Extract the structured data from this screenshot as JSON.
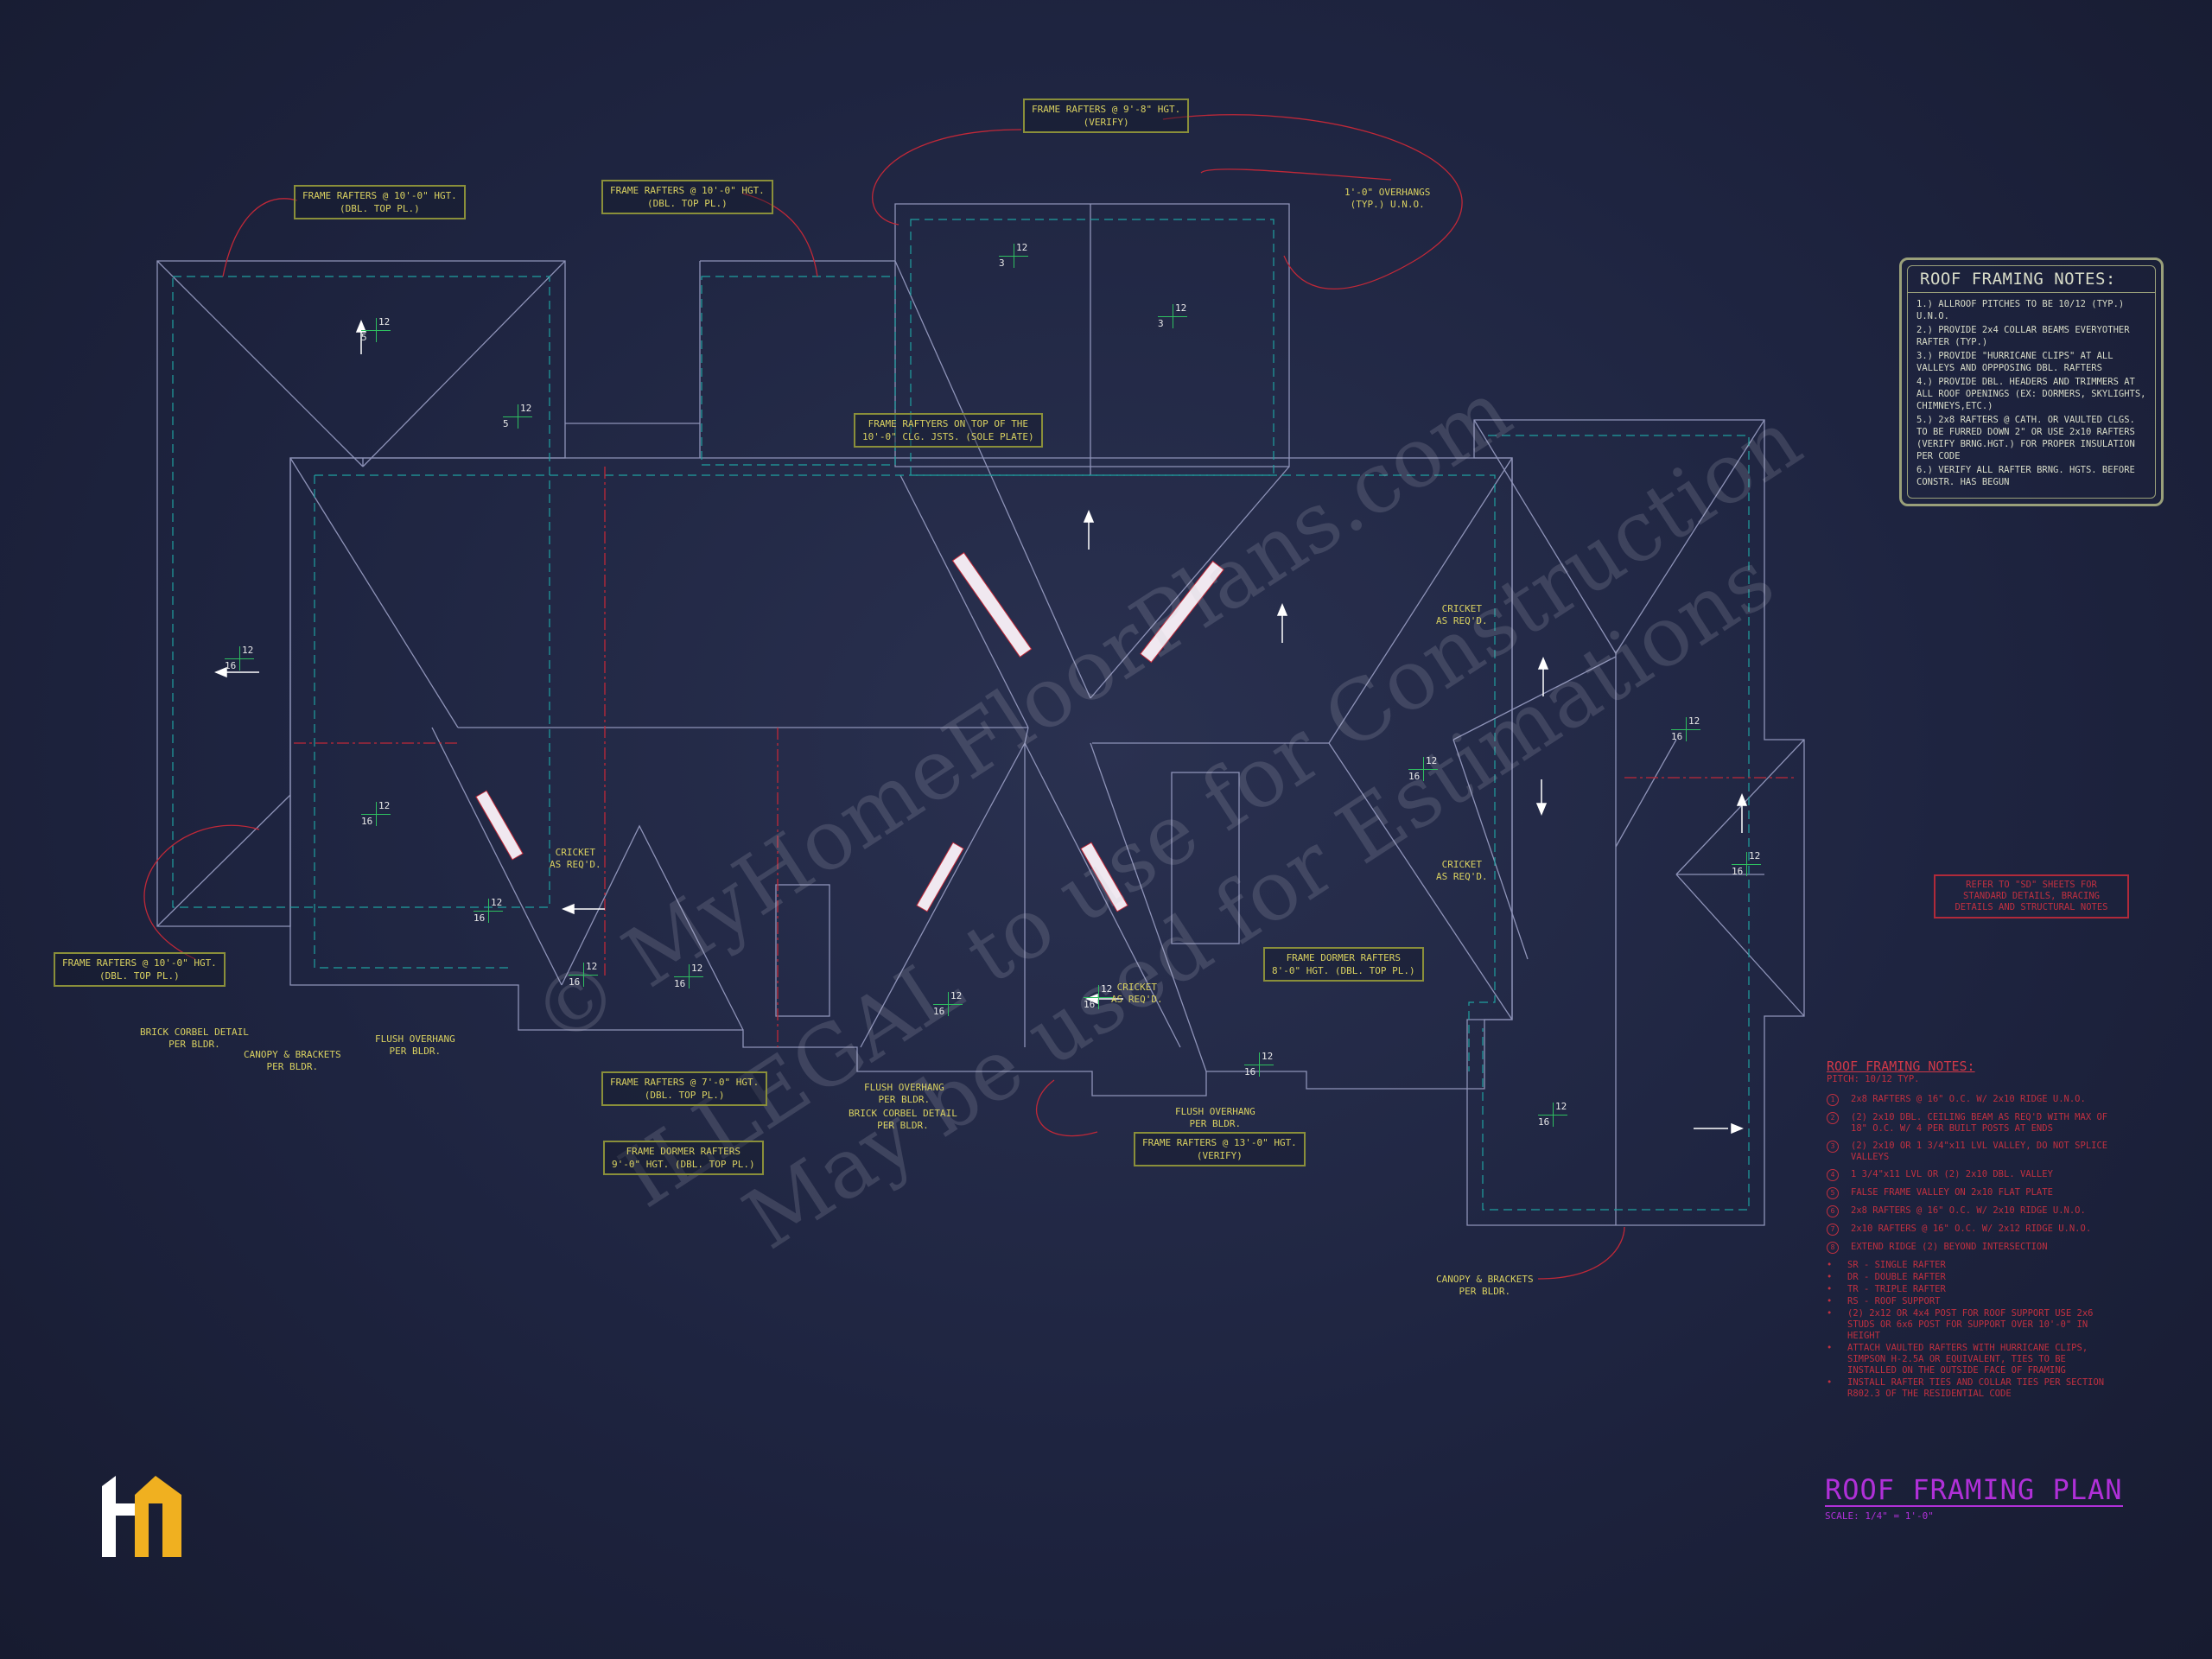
{
  "drawing": {
    "plan_title": "ROOF FRAMING PLAN",
    "scale": "SCALE: 1/4\" = 1'-0\"",
    "watermark": [
      "© MyHomeFloorPlans.com",
      "ILLEGAL to use for Construction",
      "May be used for Estimations"
    ]
  },
  "callouts": {
    "rafters_9_8": [
      "FRAME RAFTERS @ 9'-8\" HGT.",
      "(VERIFY)"
    ],
    "rafters_10_0_left": [
      "FRAME RAFTERS @ 10'-0\" HGT.",
      "(DBL. TOP PL.)"
    ],
    "rafters_10_0_mid": [
      "FRAME RAFTERS @ 10'-0\" HGT.",
      "(DBL. TOP PL.)"
    ],
    "rafters_10_0_bl": [
      "FRAME RAFTERS @ 10'-0\" HGT.",
      "(DBL. TOP PL.)"
    ],
    "rafters_top_clg": [
      "FRAME RAFTYERS ON TOP OF THE",
      "10'-0\" CLG. JSTS. (SOLE PLATE)"
    ],
    "rafters_7_0": [
      "FRAME RAFTERS @ 7'-0\" HGT.",
      "(DBL. TOP PL.)"
    ],
    "dormer_9_0": [
      "FRAME DORMER RAFTERS",
      "9'-0\" HGT. (DBL. TOP PL.)"
    ],
    "dormer_8_0": [
      "FRAME DORMER RAFTERS",
      "8'-0\" HGT. (DBL. TOP PL.)"
    ],
    "rafters_13_0": [
      "FRAME RAFTERS @ 13'-0\" HGT.",
      "(VERIFY)"
    ]
  },
  "labels": {
    "overhangs": [
      "1'-0\" OVERHANGS",
      "(TYP.) U.N.O."
    ],
    "cricket1": [
      "CRICKET",
      "AS REQ'D."
    ],
    "cricket2": [
      "CRICKET",
      "AS REQ'D."
    ],
    "cricket3": [
      "CRICKET",
      "AS REQ'D."
    ],
    "cricket4": [
      "CRICKET",
      "AS REQ'D."
    ],
    "brick_corbel_1": [
      "BRICK CORBEL DETAIL",
      "PER BLDR."
    ],
    "canopy_1": [
      "CANOPY & BRACKETS",
      "PER BLDR."
    ],
    "flush_1": [
      "FLUSH OVERHANG",
      "PER BLDR."
    ],
    "flush_2": [
      "FLUSH OVERHANG",
      "PER BLDR."
    ],
    "brick_corbel_2": [
      "BRICK CORBEL DETAIL",
      "PER BLDR."
    ],
    "flush_3": [
      "FLUSH OVERHANG",
      "PER BLDR."
    ],
    "canopy_2": [
      "CANOPY & BRACKETS",
      "PER BLDR."
    ]
  },
  "pitches": [
    {
      "rise": "12",
      "run": "3"
    },
    {
      "rise": "12",
      "run": "3"
    },
    {
      "rise": "12",
      "run": "5"
    },
    {
      "rise": "12",
      "run": "5"
    },
    {
      "rise": "12",
      "run": "16"
    },
    {
      "rise": "12",
      "run": "16"
    },
    {
      "rise": "12",
      "run": "16"
    },
    {
      "rise": "12",
      "run": "16"
    },
    {
      "rise": "12",
      "run": "16"
    },
    {
      "rise": "12",
      "run": "16"
    },
    {
      "rise": "12",
      "run": "16"
    },
    {
      "rise": "12",
      "run": "16"
    },
    {
      "rise": "12",
      "run": "16"
    },
    {
      "rise": "12",
      "run": "16"
    },
    {
      "rise": "12",
      "run": "16"
    },
    {
      "rise": "12",
      "run": "16"
    }
  ],
  "notes_panel": {
    "title": "ROOF FRAMING NOTES:",
    "items": [
      "1.) ALLROOF PITCHES TO BE 10/12 (TYP.) U.N.O.",
      "2.) PROVIDE 2x4 COLLAR BEAMS EVERYOTHER RAFTER (TYP.)",
      "3.) PROVIDE \"HURRICANE CLIPS\" AT ALL VALLEYS AND OPPPOSING DBL. RAFTERS",
      "4.) PROVIDE DBL. HEADERS AND TRIMMERS AT ALL ROOF OPENINGS (EX: DORMERS, SKYLIGHTS, CHIMNEYS,ETC.)",
      "5.) 2x8 RAFTERS @ CATH. OR VAULTED CLGS. TO BE FURRED DOWN 2\" OR USE 2x10 RAFTERS (VERIFY BRNG.HGT.) FOR PROPER INSULATION PER CODE",
      "6.) VERIFY ALL RAFTER BRNG. HGTS. BEFORE CONSTR. HAS BEGUN"
    ]
  },
  "red_box": [
    "REFER TO \"SD\" SHEETS FOR",
    "STANDARD DETAILS, BRACING",
    "DETAILS AND STRUCTURAL NOTES"
  ],
  "red_notes": {
    "title": "ROOF FRAMING NOTES:",
    "subtitle": "PITCH: 10/12 TYP.",
    "legend": [
      {
        "num": "1",
        "text": "2x8 RAFTERS @ 16\" O.C. W/ 2x10 RIDGE U.N.O."
      },
      {
        "num": "2",
        "text": "(2) 2x10 DBL. CEILING BEAM AS REQ'D WITH MAX OF 18\" O.C. W/ 4 PER BUILT POSTS AT ENDS"
      },
      {
        "num": "3",
        "text": "(2) 2x10 OR 1 3/4\"x11 LVL VALLEY, DO NOT SPLICE VALLEYS"
      },
      {
        "num": "4",
        "text": "1 3/4\"x11 LVL OR (2) 2x10 DBL. VALLEY"
      },
      {
        "num": "5",
        "text": "FALSE FRAME VALLEY ON 2x10 FLAT PLATE"
      },
      {
        "num": "6",
        "text": "2x8 RAFTERS @ 16\" O.C. W/ 2x10 RIDGE U.N.O."
      },
      {
        "num": "7",
        "text": "2x10 RAFTERS @ 16\" O.C. W/ 2x12 RIDGE U.N.O."
      },
      {
        "num": "8",
        "text": "EXTEND RIDGE (2) BEYOND INTERSECTION"
      }
    ],
    "bullets": [
      "SR  - SINGLE RAFTER",
      "DR  - DOUBLE RAFTER",
      "TR  - TRIPLE RAFTER",
      "RS  - ROOF SUPPORT",
      "(2) 2x12 OR 4x4 POST FOR ROOF SUPPORT USE 2x6 STUDS OR 6x6 POST FOR SUPPORT OVER 10'-0\" IN HEIGHT",
      "ATTACH VAULTED RAFTERS WITH HURRICANE CLIPS, SIMPSON H-2.5A OR EQUIVALENT, TIES TO BE INSTALLED ON THE OUTSIDE FACE OF FRAMING",
      "INSTALL RAFTER TIES AND COLLAR TIES PER SECTION R802.3 OF THE RESIDENTIAL CODE"
    ]
  },
  "colors": {
    "background": "#1e2440",
    "roof_line": "#8e93b8",
    "wall_dash": "#1fa0a0",
    "annotation_red": "#c02838",
    "note_yellow": "#d8d060",
    "title_purple": "#b030d8",
    "logo_gold": "#f0b020"
  },
  "icons": {
    "logo": "house-logo-icon",
    "bearing_arrow": "arrow-icon"
  }
}
